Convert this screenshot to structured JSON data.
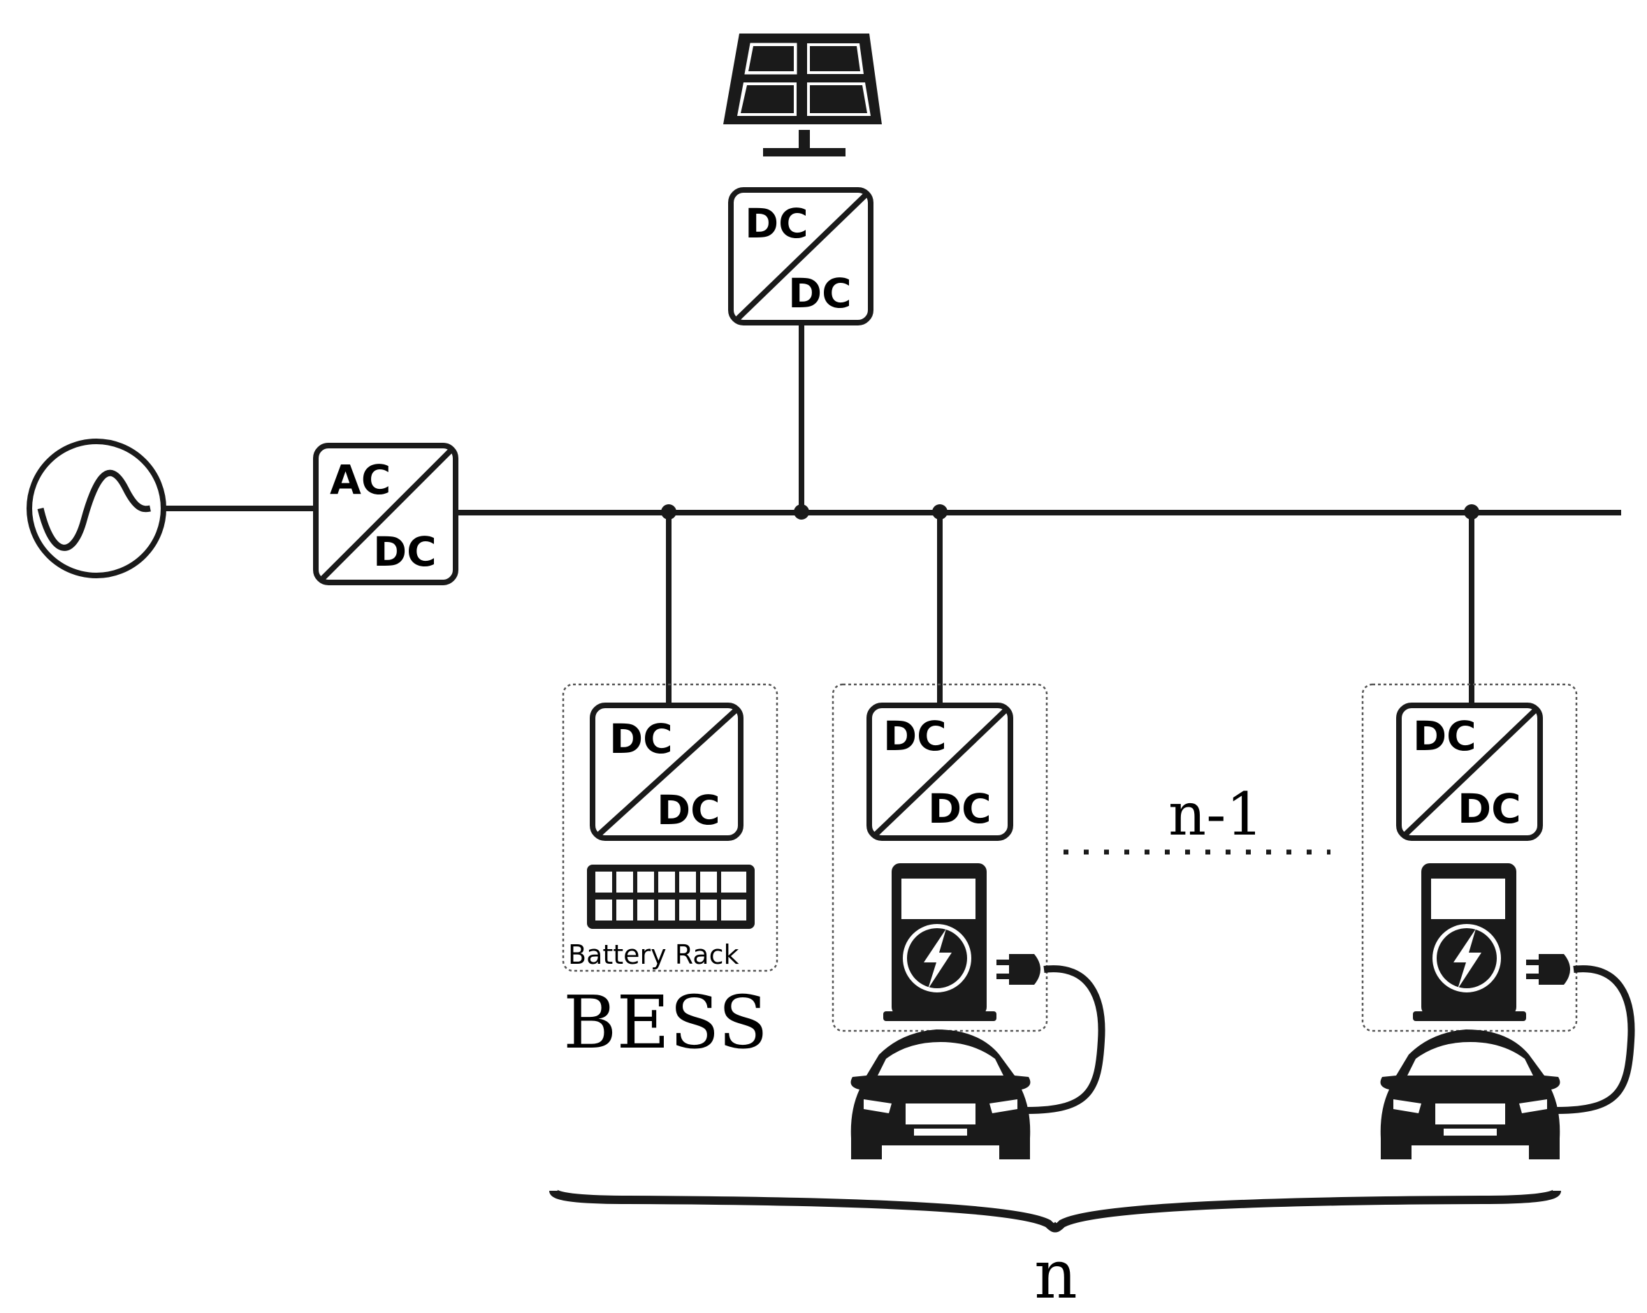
{
  "converters": {
    "grid": {
      "top": "AC",
      "bottom": "DC"
    },
    "pv": {
      "top": "DC",
      "bottom": "DC"
    },
    "bess": {
      "top": "DC",
      "bottom": "DC"
    },
    "charger_1": {
      "top": "DC",
      "bottom": "DC"
    },
    "charger_n": {
      "top": "DC",
      "bottom": "DC"
    }
  },
  "labels": {
    "battery_rack": "Battery Rack",
    "bess": "BESS",
    "ellipsis_count": "n-1",
    "total_count": "n"
  },
  "icons": {
    "grid_source": "ac-source-icon",
    "pv": "solar-panel-icon",
    "charger": "ev-charging-station-icon",
    "car": "electric-car-icon",
    "brace": "curly-brace-icon"
  },
  "colors": {
    "line": "#1a1a1a",
    "background": "#ffffff"
  }
}
